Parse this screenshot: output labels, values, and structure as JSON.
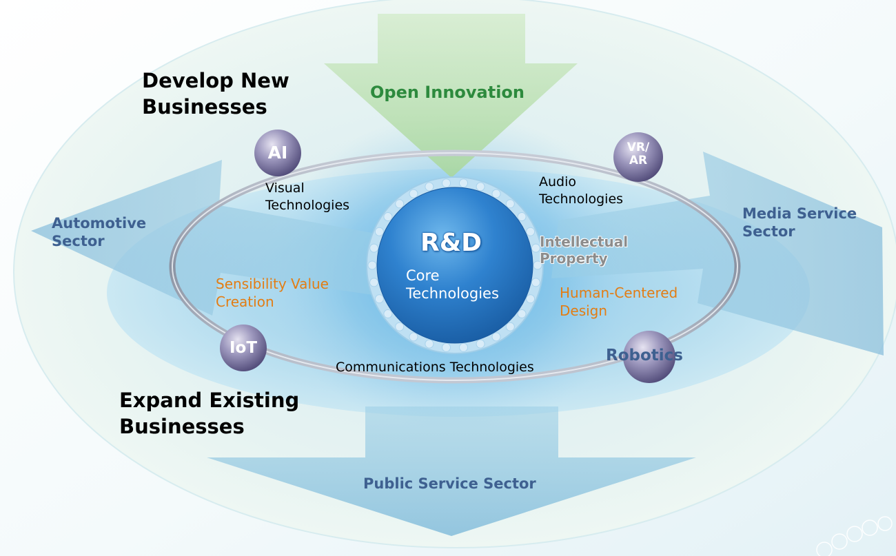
{
  "headings": {
    "develop_line1": "Develop New",
    "develop_line2": "Businesses",
    "expand_line1": "Expand Existing",
    "expand_line2": "Businesses"
  },
  "arrows": {
    "open_innovation": "Open Innovation",
    "automotive_line1": "Automotive",
    "automotive_line2": "Sector",
    "media_line1": "Media Service",
    "media_line2": "Sector",
    "public": "Public Service Sector"
  },
  "core": {
    "title": "R&D",
    "sub_line1": "Core",
    "sub_line2": "Technologies"
  },
  "nodes": {
    "ai": "AI",
    "vrar_line1": "VR/",
    "vrar_line2": "AR",
    "iot": "IoT",
    "robotics": "Robotics"
  },
  "technologies": {
    "visual_line1": "Visual",
    "visual_line2": "Technologies",
    "audio_line1": "Audio",
    "audio_line2": "Technologies",
    "communications": "Communications Technologies",
    "ip_line1": "Intellectual",
    "ip_line2": "Property"
  },
  "values": {
    "sensibility_line1": "Sensibility Value",
    "sensibility_line2": "Creation",
    "hcd_line1": "Human-Centered",
    "hcd_line2": "Design"
  },
  "colors": {
    "sector_text": "#3e6090",
    "value_text": "#e27d14",
    "innovation_text": "#2d8a3d",
    "ip_text": "#8c8c8c",
    "core_blue": "#1f6fc0"
  }
}
